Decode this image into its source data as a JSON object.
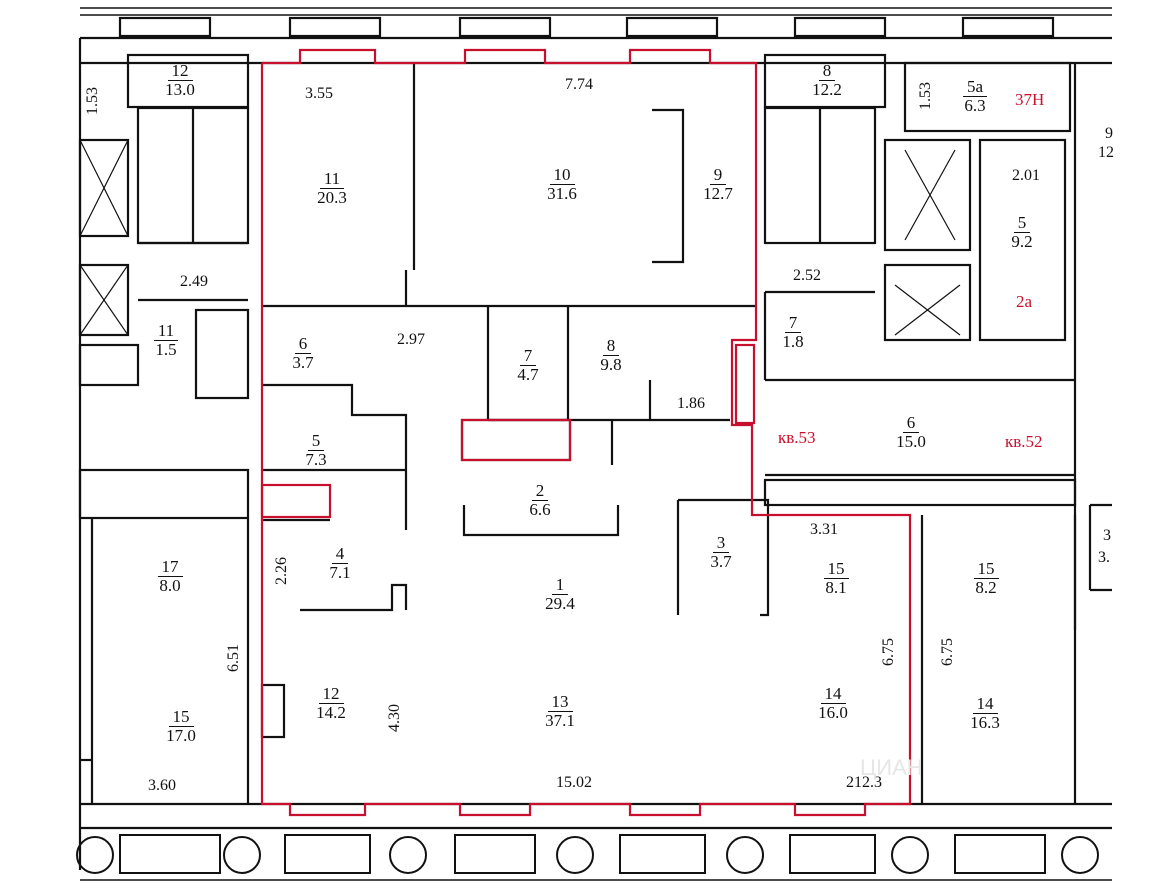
{
  "colors": {
    "walls": "#111111",
    "highlight": "#c8102e",
    "background": "#ffffff"
  },
  "rooms": [
    {
      "id": "r12-top-left",
      "n": "12",
      "a": "13.0"
    },
    {
      "id": "r11-left",
      "n": "11",
      "a": "20.3"
    },
    {
      "id": "r10",
      "n": "10",
      "a": "31.6"
    },
    {
      "id": "r9",
      "n": "9",
      "a": "12.7"
    },
    {
      "id": "r8-top",
      "n": "8",
      "a": "12.2"
    },
    {
      "id": "r5a",
      "n": "5a",
      "a": "6.3"
    },
    {
      "id": "r5-right",
      "n": "5",
      "a": "9.2"
    },
    {
      "id": "r11-stair",
      "n": "11",
      "a": "1.5"
    },
    {
      "id": "r6-left",
      "n": "6",
      "a": "3.7"
    },
    {
      "id": "r7-mid",
      "n": "7",
      "a": "4.7"
    },
    {
      "id": "r8-mid",
      "n": "8",
      "a": "9.8"
    },
    {
      "id": "r7-right",
      "n": "7",
      "a": "1.8"
    },
    {
      "id": "r5-left",
      "n": "5",
      "a": "7.3"
    },
    {
      "id": "r6-right",
      "n": "6",
      "a": "15.0"
    },
    {
      "id": "r2",
      "n": "2",
      "a": "6.6"
    },
    {
      "id": "r3",
      "n": "3",
      "a": "3.7"
    },
    {
      "id": "r4",
      "n": "4",
      "a": "7.1"
    },
    {
      "id": "r17",
      "n": "17",
      "a": "8.0"
    },
    {
      "id": "r1",
      "n": "1",
      "a": "29.4"
    },
    {
      "id": "r15-mid",
      "n": "15",
      "a": "8.1"
    },
    {
      "id": "r15-right",
      "n": "15",
      "a": "8.2"
    },
    {
      "id": "r12-bottom",
      "n": "12",
      "a": "14.2"
    },
    {
      "id": "r13",
      "n": "13",
      "a": "37.1"
    },
    {
      "id": "r14-mid",
      "n": "14",
      "a": "16.0"
    },
    {
      "id": "r14-right",
      "n": "14",
      "a": "16.3"
    },
    {
      "id": "r15-left",
      "n": "15",
      "a": "17.0"
    }
  ],
  "dimensions": [
    "1.53",
    "3.55",
    "7.74",
    "1.53",
    "2.49",
    "2.52",
    "2.01",
    "2.97",
    "1.86",
    "3.31",
    "2.26",
    "6.75",
    "6.75",
    "6.51",
    "4.30",
    "3.60",
    "15.02",
    "212.3"
  ],
  "labels": {
    "unit_37n": "37Н",
    "stair_2a": "2а",
    "apt_53": "кв.53",
    "apt_52": "кв.52"
  },
  "partial_edge": {
    "right_top": "9",
    "right_top2": "12",
    "right_mid": "3",
    "right_mid2": "3."
  },
  "watermark": "ЦИАН"
}
